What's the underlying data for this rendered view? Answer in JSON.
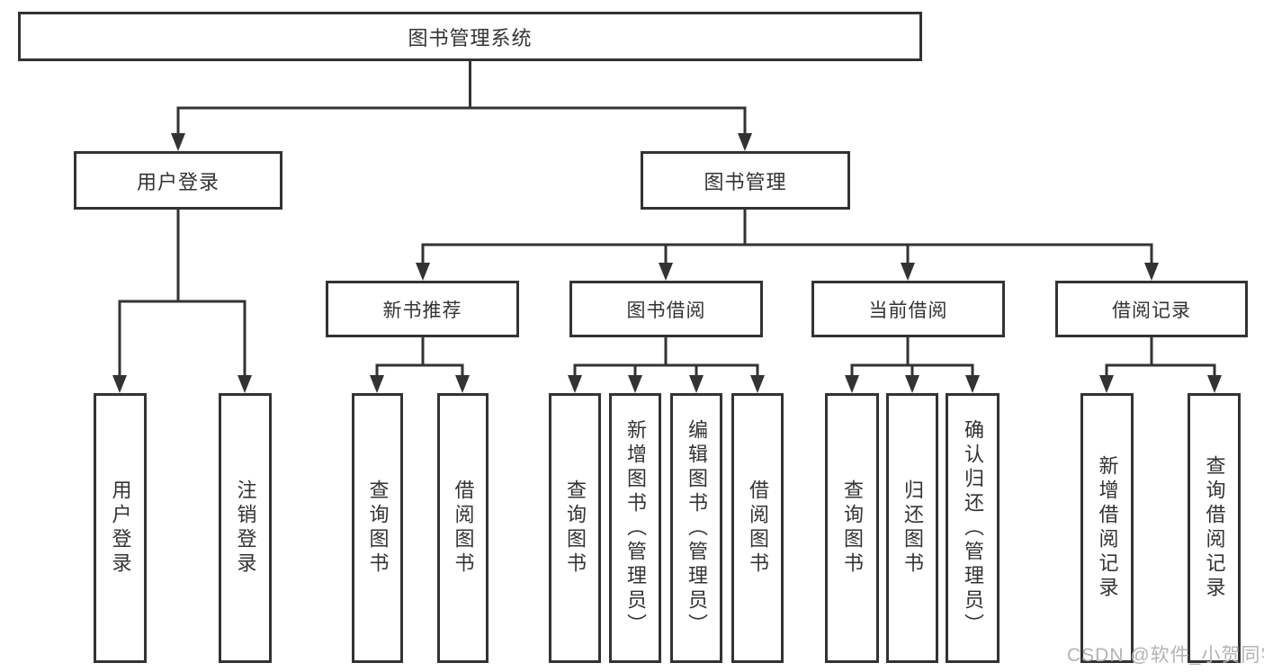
{
  "tree": {
    "label": "图书管理系统",
    "children": [
      {
        "label": "用户登录",
        "children": [
          {
            "label": "用户登录"
          },
          {
            "label": "注销登录"
          }
        ]
      },
      {
        "label": "图书管理",
        "children": [
          {
            "label": "新书推荐",
            "children": [
              {
                "label": "查询图书"
              },
              {
                "label": "借阅图书"
              }
            ]
          },
          {
            "label": "图书借阅",
            "children": [
              {
                "label": "查询图书"
              },
              {
                "label": "新增图书（管理员）"
              },
              {
                "label": "编辑图书（管理员）"
              },
              {
                "label": "借阅图书"
              }
            ]
          },
          {
            "label": "当前借阅",
            "children": [
              {
                "label": "查询图书"
              },
              {
                "label": "归还图书"
              },
              {
                "label": "确认归还（管理员）"
              }
            ]
          },
          {
            "label": "借阅记录",
            "children": [
              {
                "label": "新增借阅记录"
              },
              {
                "label": "查询借阅记录"
              }
            ]
          }
        ]
      }
    ]
  },
  "watermark": {
    "text": "CSDN @软件_小贺同学",
    "color": "#b3b3b3"
  },
  "colors": {
    "line": "#333333",
    "text": "#333333",
    "background": "#ffffff"
  }
}
